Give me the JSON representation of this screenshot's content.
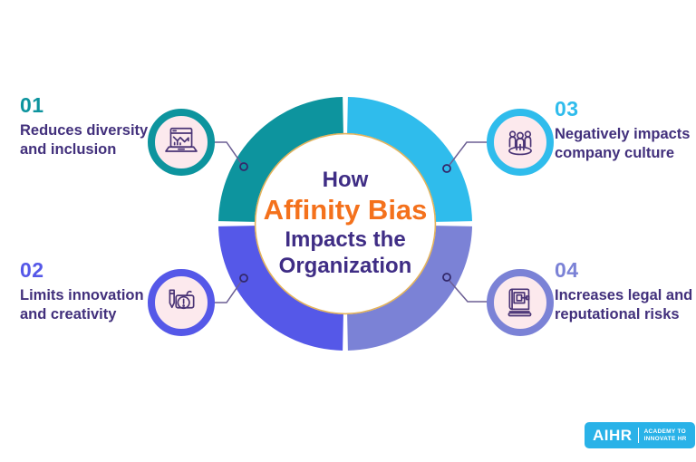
{
  "title": "How Affinity Bias Impacts the Organization",
  "center": {
    "line1": "How",
    "highlight": "Affinity Bias",
    "line3": "Impacts the",
    "line4": "Organization"
  },
  "items": [
    {
      "number": "01",
      "label": "Reduces diversity\nand inclusion",
      "icon": "laptop-chart-icon",
      "color": "#0d949e"
    },
    {
      "number": "02",
      "label": "Limits innovation\nand creativity",
      "icon": "pencil-warning-icon",
      "color": "#5558e8"
    },
    {
      "number": "03",
      "label": "Negatively impacts\ncompany culture",
      "icon": "people-group-icon",
      "color": "#2fbcec"
    },
    {
      "number": "04",
      "label": "Increases legal and\nreputational risks",
      "icon": "book-gavel-icon",
      "color": "#7b82d6"
    }
  ],
  "colors": {
    "quadrant_top_left": "#0d949e",
    "quadrant_top_right": "#2fbcec",
    "quadrant_bottom_left": "#5558e8",
    "quadrant_bottom_right": "#7b82d6",
    "center_highlight": "#f4711c",
    "heading_text": "#3f2d85",
    "body_text": "#42307c",
    "icon_background": "#fce9ed",
    "icon_stroke": "#4a3476",
    "inner_ring_border": "#e3b35c",
    "logo_background": "#29b2e8"
  },
  "logo": {
    "brand": "AIHR",
    "tagline": "ACADEMY TO\nINNOVATE HR"
  }
}
